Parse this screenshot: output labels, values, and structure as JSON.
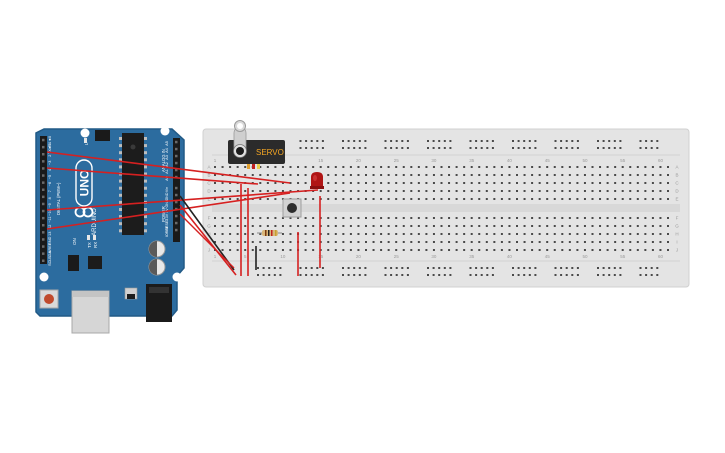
{
  "arduino": {
    "model_label": "UNO",
    "brand_label": "ARDUINO",
    "digital_pins": [
      "RX◄0",
      "TX►1",
      "2",
      "~3",
      "4",
      "~5",
      "~6",
      "7",
      "8",
      "~9",
      "~10",
      "~11",
      "12",
      "13",
      "GND",
      "AREF",
      "SDA",
      "SCL"
    ],
    "power_pins": [
      "IOREF",
      "RESET",
      "3.3V",
      "5V",
      "GND",
      "GND",
      "Vin"
    ],
    "analog_pins": [
      "A0",
      "A1",
      "A2",
      "A3",
      "A4",
      "A5"
    ],
    "tx_label": "TX",
    "rx_label": "RX",
    "l_label": "L",
    "on_label": "ON",
    "section_labels": [
      "DIGITAL (PWM~)",
      "POWER",
      "ANALOG IN"
    ]
  },
  "servo": {
    "label": "SERVO",
    "color": "#2b2b2b",
    "label_color": "#f5a623"
  },
  "breadboard": {
    "column_numbers": [
      "1",
      "5",
      "10",
      "15",
      "20",
      "25",
      "30",
      "35",
      "40",
      "45",
      "50",
      "55",
      "60"
    ],
    "row_letters_top": [
      "A",
      "B",
      "C",
      "D",
      "E"
    ],
    "row_letters_bottom": [
      "F",
      "G",
      "H",
      "I",
      "J"
    ],
    "color": "#e6e6e6"
  },
  "components": {
    "led_color": "#b01515",
    "button_cap_color": "#2d2d2d",
    "resistor_color": "#d9b77a"
  },
  "wires": {
    "red": "#d62020",
    "black": "#222222"
  },
  "colors": {
    "board_blue": "#2a6a9e",
    "board_edge": "#1e5580",
    "header_black": "#1a1a1a"
  }
}
